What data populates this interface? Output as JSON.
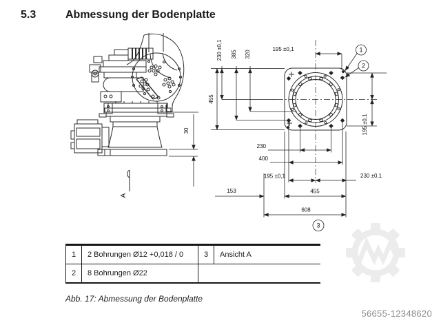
{
  "page": {
    "section_number": "5.3",
    "title": "Abmessung der Bodenplatte",
    "caption": "Abb. 17: Abmessung der Bodenplatte",
    "document_id": "56655-12348620"
  },
  "drawing": {
    "colors": {
      "line": "#2b2b2b",
      "dim": "#222222",
      "watermark": "#ececec"
    },
    "view_arrow_label": "A",
    "callouts": {
      "c1": "1",
      "c2": "2",
      "c3": "3"
    },
    "dims": {
      "top_230": "230 ±0,1",
      "top_385": "385",
      "top_320": "320",
      "top_195": "195 ±0,1",
      "left_455": "455",
      "right_195": "195 ±0,1",
      "right_230": "230 ±0,1",
      "bottom_230": "230",
      "bottom_400": "400",
      "bottom_195": "195 ±0,1",
      "bottom_153": "153",
      "bottom_455": "455",
      "bottom_608": "608",
      "side_30": "30"
    }
  },
  "table": {
    "rows": [
      {
        "no": "1",
        "desc": "2 Bohrungen Ø12 +0,018 / 0",
        "no2": "3",
        "desc2": "Ansicht A"
      },
      {
        "no": "2",
        "desc": "8 Bohrungen Ø22",
        "no2": "",
        "desc2": ""
      }
    ]
  }
}
